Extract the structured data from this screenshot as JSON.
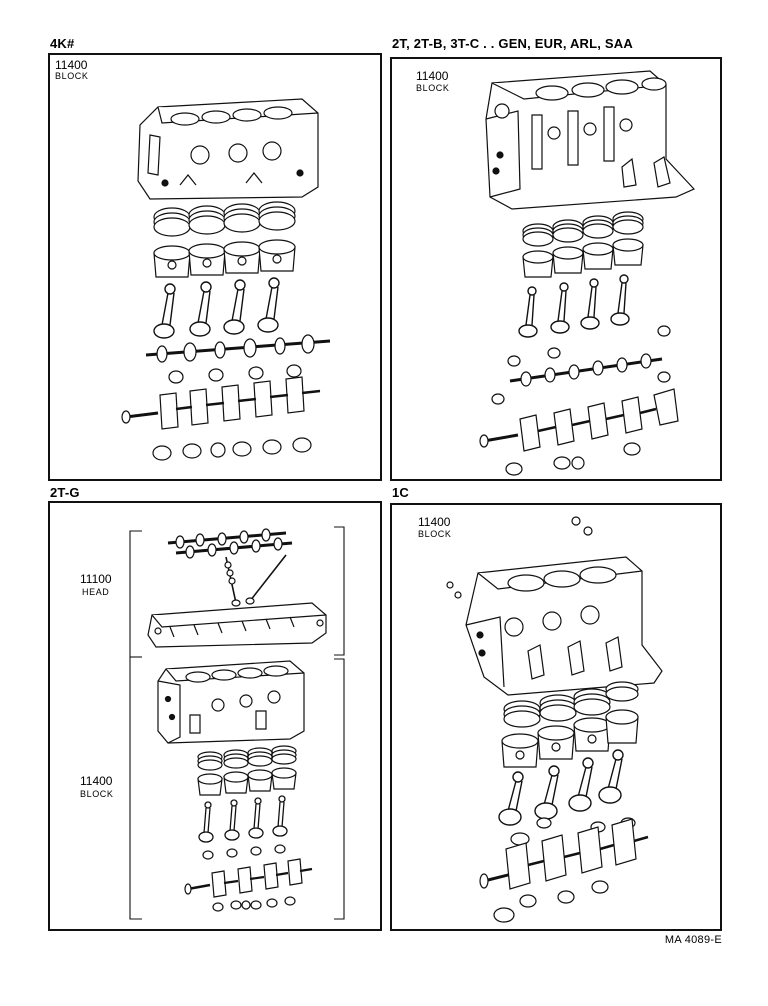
{
  "panels": {
    "p1": {
      "header": "4K#",
      "block_number": "11400",
      "block_label": "BLOCK"
    },
    "p2": {
      "header": "2T, 2T-B, 3T-C . . GEN, EUR, ARL, SAA",
      "block_number": "11400",
      "block_label": "BLOCK"
    },
    "p3": {
      "header": "2T-G",
      "head_number": "11100",
      "head_label": "HEAD",
      "block_number": "11400",
      "block_label": "BLOCK"
    },
    "p4": {
      "header": "1C",
      "block_number": "11400",
      "block_label": "BLOCK"
    }
  },
  "footer": {
    "code": "MA 4089-E"
  }
}
